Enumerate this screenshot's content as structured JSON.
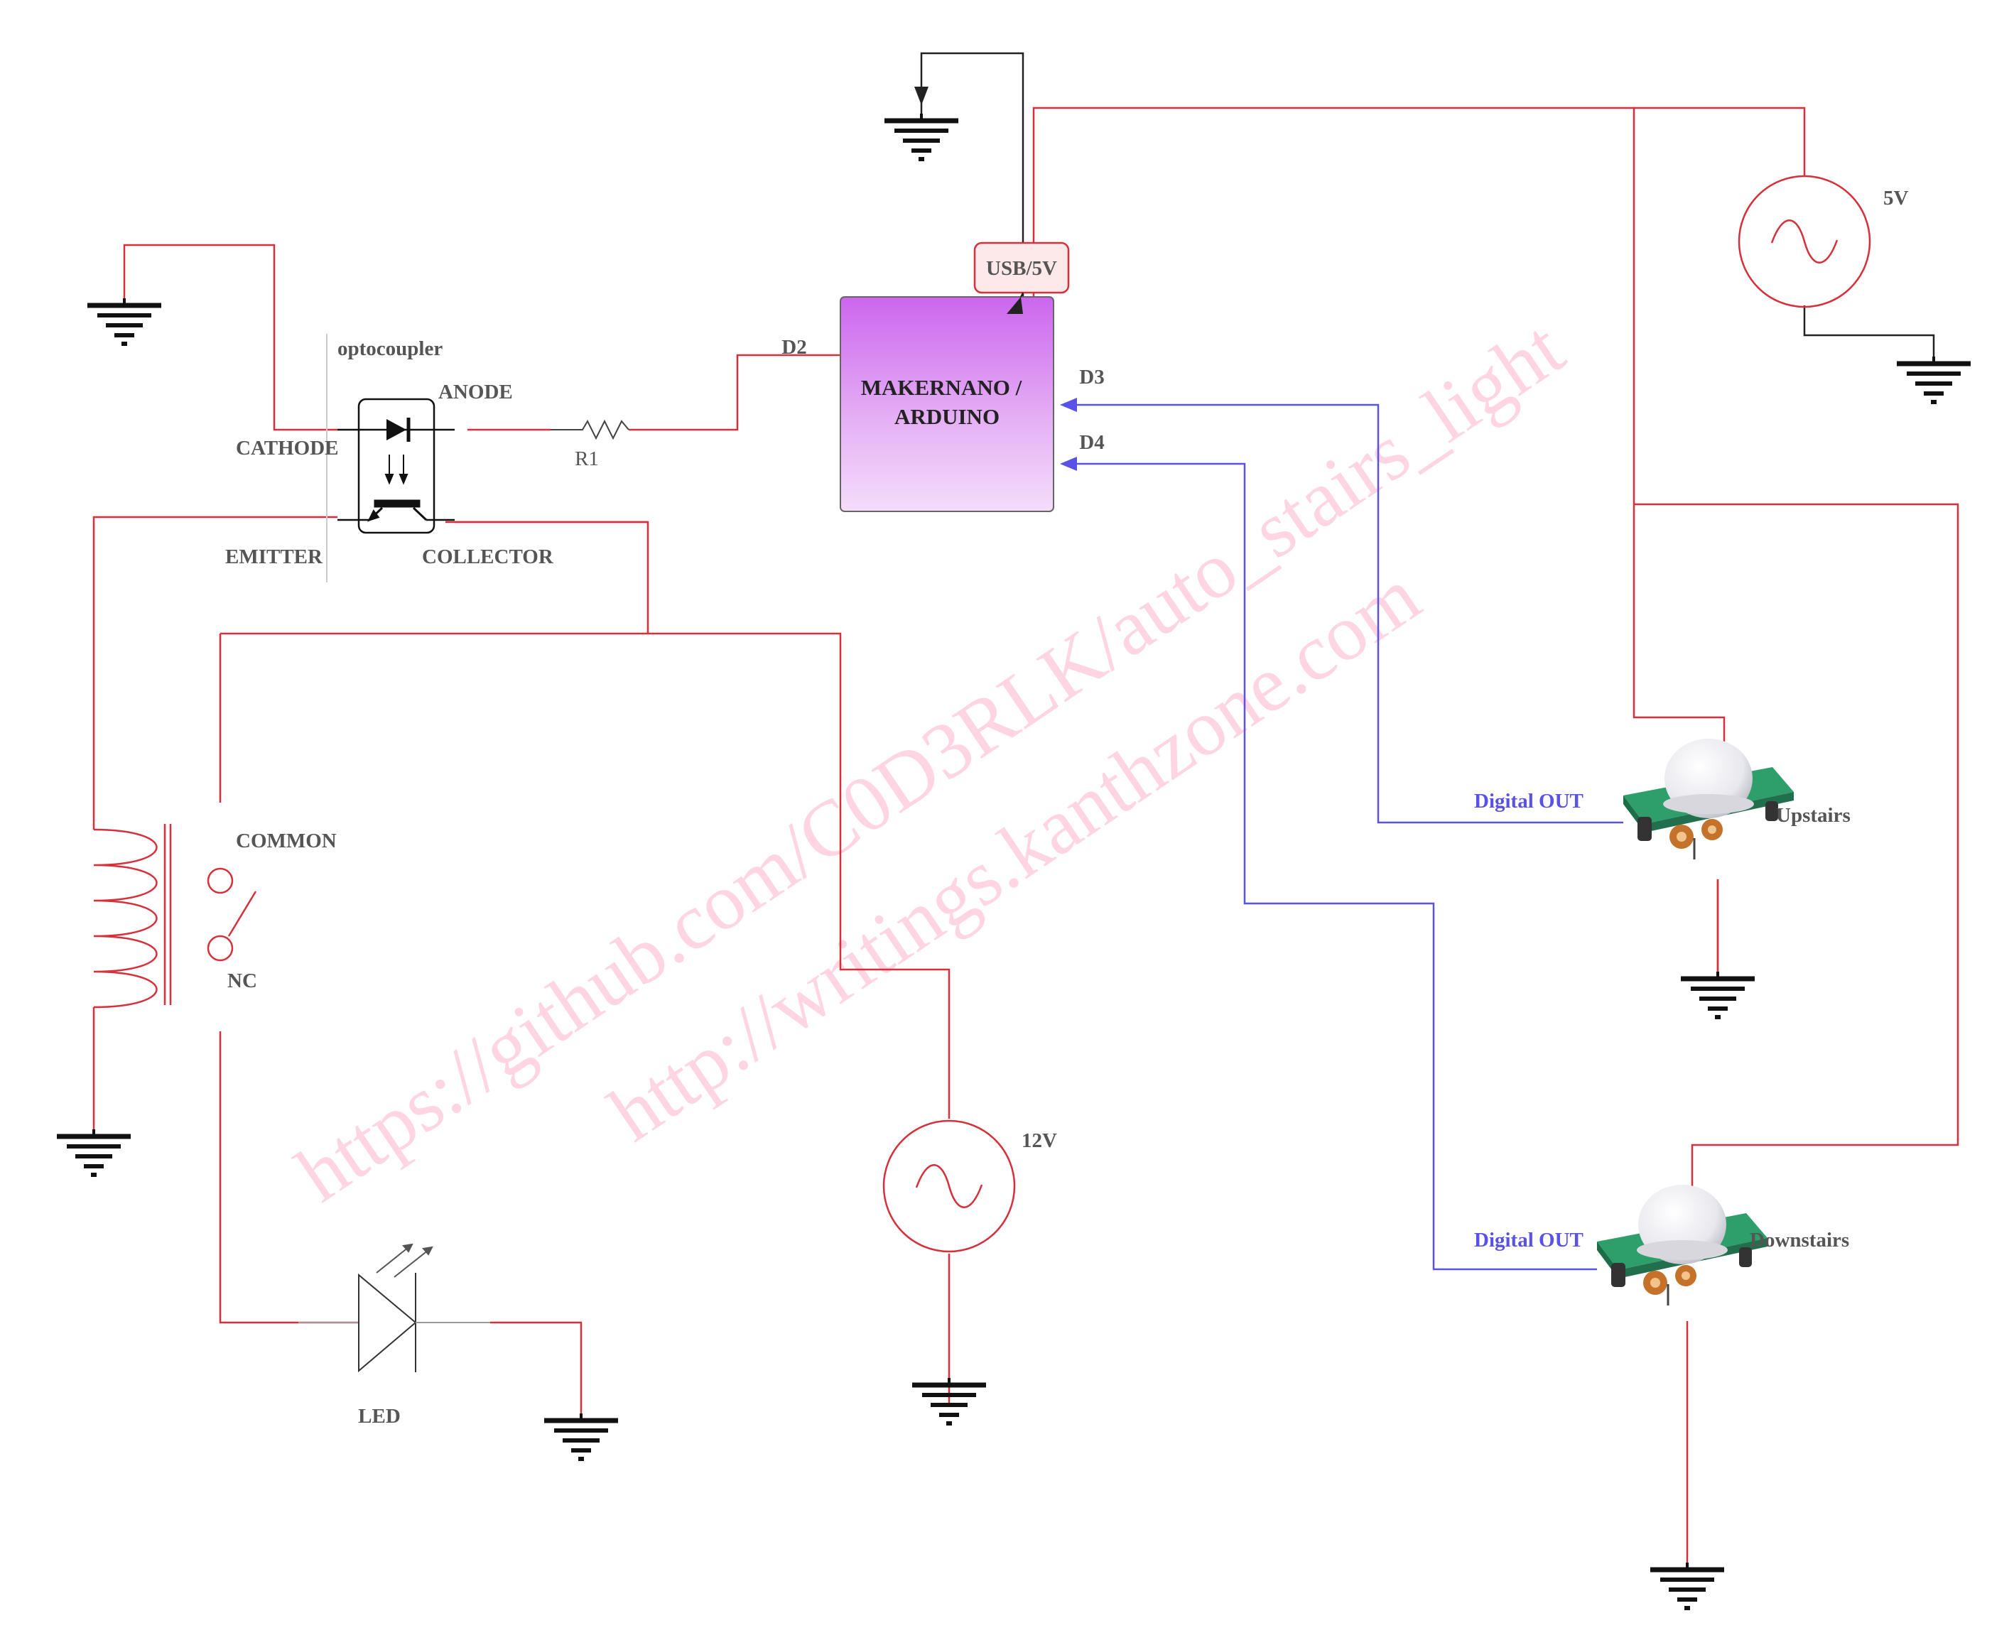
{
  "colors": {
    "wire_power": "#d6303a",
    "wire_signal": "#5a52e6",
    "wire_ground": "#222222",
    "label_gray": "#555555",
    "label_blue": "#5a52e6",
    "mcu_gradient_top": "#cc66ee",
    "mcu_gradient_bottom": "#f4ddfa",
    "watermark": "#ffb3cf"
  },
  "mcu": {
    "line1": "MAKERNANO /",
    "line2": "ARDUINO",
    "usb": "USB/5V"
  },
  "pins": {
    "d2": "D2",
    "d3": "D3",
    "d4": "D4"
  },
  "optocoupler": {
    "title": "optocoupler",
    "anode": "ANODE",
    "cathode": "CATHODE",
    "emitter": "EMITTER",
    "collector": "COLLECTOR"
  },
  "resistor": {
    "label": "R1"
  },
  "relay": {
    "common": "COMMON",
    "nc": "NC"
  },
  "led": {
    "label": "LED"
  },
  "sources": {
    "v12": "12V",
    "v5": "5V"
  },
  "sensors": {
    "upstairs": {
      "name": "Upstairs",
      "output": "Digital OUT"
    },
    "downstairs": {
      "name": "Downstairs",
      "output": "Digital OUT"
    }
  },
  "watermark": {
    "line1": "https://github.com/C0D3RLK/auto_stairs_light",
    "line2": "http://writings.kanthzone.com"
  },
  "icons": [
    "ground-icon",
    "ac-source-icon",
    "diode-icon",
    "resistor-icon",
    "relay-coil-icon",
    "switch-icon",
    "led-icon",
    "pir-sensor-icon",
    "arrow-icon"
  ]
}
